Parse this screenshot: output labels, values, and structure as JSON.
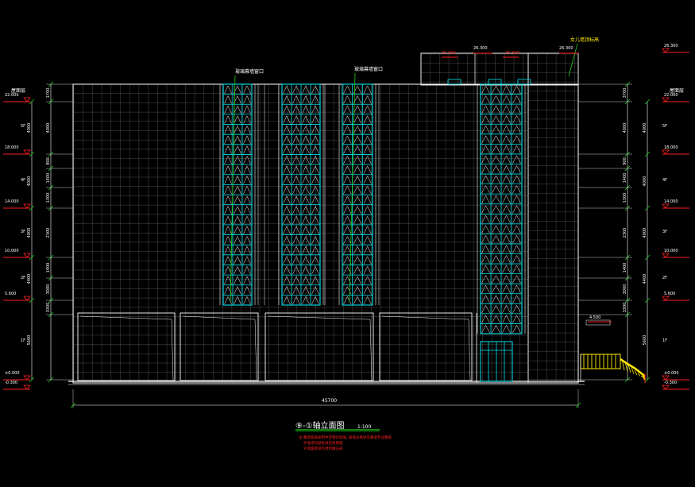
{
  "drawing": {
    "title": "⑨-①轴立面图",
    "scale": "1:100",
    "note_lines": [
      "注:幕墙玻璃采用中空钢化玻璃, 玻璃分格详见幕墙专业图纸",
      "外墙涂料颜色详见效果图",
      "外墙面砖详见材料做法表"
    ],
    "total_width": "45700",
    "curtain_labels": [
      "玻璃幕墙窗口",
      "玻璃幕墙窗口"
    ],
    "roof_label": "女儿墙顶标高",
    "left_roof_label": "屋面层",
    "right_roof_label": "屋面层"
  },
  "levels": {
    "left": [
      "22.000",
      "18.000",
      "14.000",
      "10.000",
      "5.600",
      "±0.000",
      "-0.300"
    ],
    "right": [
      "26.300",
      "22.000",
      "18.000",
      "14.000",
      "10.000",
      "5.600",
      "±0.000",
      "-0.300"
    ],
    "top": [
      "26.300",
      "25.300",
      "25.300",
      "26.300"
    ],
    "stair": "4.500"
  },
  "floor_labels": {
    "left": [
      "5F",
      "4F",
      "3F",
      "2F",
      "1F"
    ],
    "right": [
      "5F",
      "4F",
      "3F",
      "2F",
      "1F"
    ]
  },
  "dims": {
    "left_inner": [
      "1700",
      "4000",
      "900",
      "1400",
      "1300",
      "2300",
      "1400",
      "3000",
      "3300"
    ],
    "left_outer": [
      "4000",
      "4000",
      "4000",
      "4400",
      "5600"
    ],
    "right_inner": [
      "3700",
      "4000",
      "900",
      "1400",
      "1300",
      "2300",
      "1400",
      "3000",
      "3300"
    ],
    "right_outer": [
      "4000",
      "4000",
      "4000",
      "4400",
      "5600"
    ]
  },
  "colors": {
    "background": "#000000",
    "line": "#ffffff",
    "grid": "#6a6a6a",
    "glass": "#00e5ee",
    "level_red": "#ff2020",
    "dim_green": "#19d019",
    "stair_yellow": "#ffee00"
  }
}
